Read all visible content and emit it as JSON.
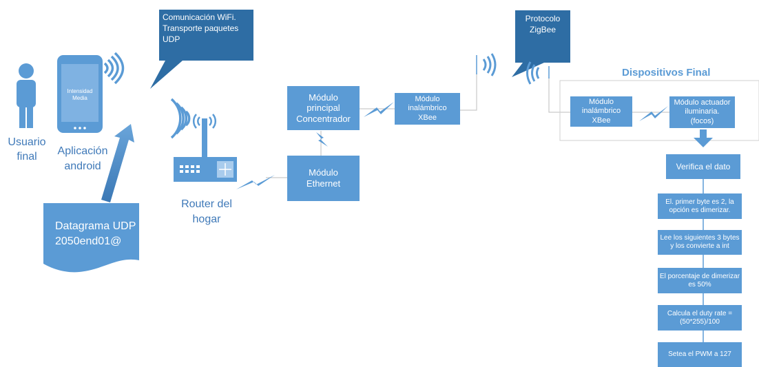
{
  "actors": {
    "user_label_1": "Usuario",
    "user_label_2": "final",
    "app_label_1": "Aplicación",
    "app_label_2": "android",
    "router_label_1": "Router del",
    "router_label_2": "hogar"
  },
  "phone_screen": {
    "line1": "Intensidad",
    "line2": "Media"
  },
  "callouts": {
    "wifi": {
      "line1": "Comunicación WiFi.",
      "line2": "Transporte paquetes",
      "line3": "UDP"
    },
    "zigbee": {
      "line1": "Protocolo",
      "line2": "ZigBee"
    }
  },
  "datagram": {
    "line1": "Datagrama UDP",
    "line2": "2050end01@"
  },
  "modules": {
    "principal": {
      "line1": "Módulo",
      "line2": "principal",
      "line3": "Concentrador"
    },
    "ethernet": {
      "line1": "Módulo",
      "line2": "Ethernet"
    },
    "xbee_tx": {
      "line1": "Módulo",
      "line2": "inalámbrico",
      "line3": "XBee"
    },
    "xbee_rx": {
      "line1": "Módulo",
      "line2": "inalámbrico",
      "line3": "XBee"
    },
    "actuator": {
      "line1": "Módulo actuador",
      "line2": "iluminaria.",
      "line3": "(focos)"
    }
  },
  "final_devices_title": "Dispositivos Final",
  "flow_steps": [
    {
      "line1": "Verifica el dato",
      "line2": ""
    },
    {
      "line1": "El. primer byte es 2, la",
      "line2": "opción es dimerizar."
    },
    {
      "line1": "Lee los siguientes 3 bytes",
      "line2": "y los convierte a int"
    },
    {
      "line1": "El porcentaje de dimerizar",
      "line2": "es 50%"
    },
    {
      "line1": "Calcula el duty rate =",
      "line2": "(50*255)/100"
    },
    {
      "line1": "Setea el PWM a 127",
      "line2": ""
    }
  ],
  "colors": {
    "primary": "#5b9bd5",
    "dark_blue": "#2e6da4",
    "text_blue": "#3f79b8",
    "line_gray": "#d0d0d0"
  }
}
